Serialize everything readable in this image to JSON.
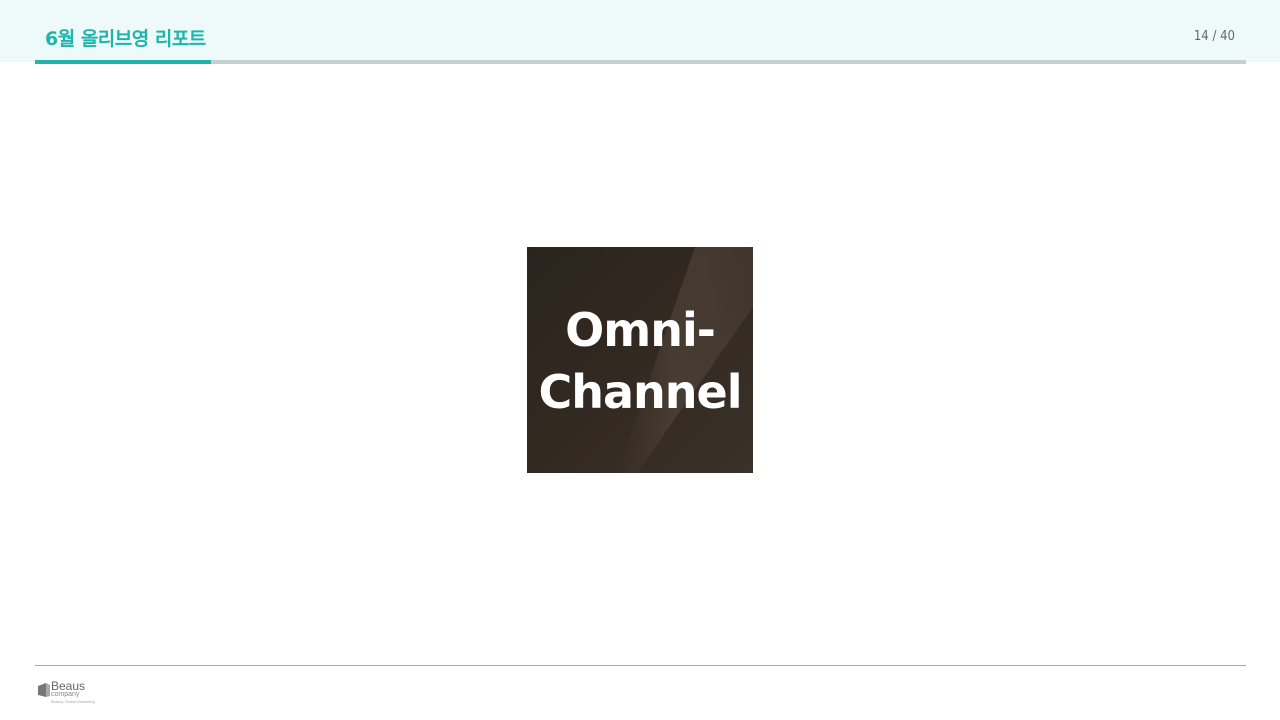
{
  "header": {
    "title": "6월 올리브영 리포트",
    "page_counter": "14 / 40",
    "progress": 0.145,
    "accent_color": "#1fb5ad"
  },
  "slide": {
    "tile_lines": [
      "Omni-",
      "Channel"
    ],
    "tile_color": "#2e261f"
  },
  "footer": {
    "logo": {
      "icon": "logo-mark-icon",
      "word": "Beaus",
      "sub": "company",
      "tag": "Beauty Global Marketing"
    }
  }
}
